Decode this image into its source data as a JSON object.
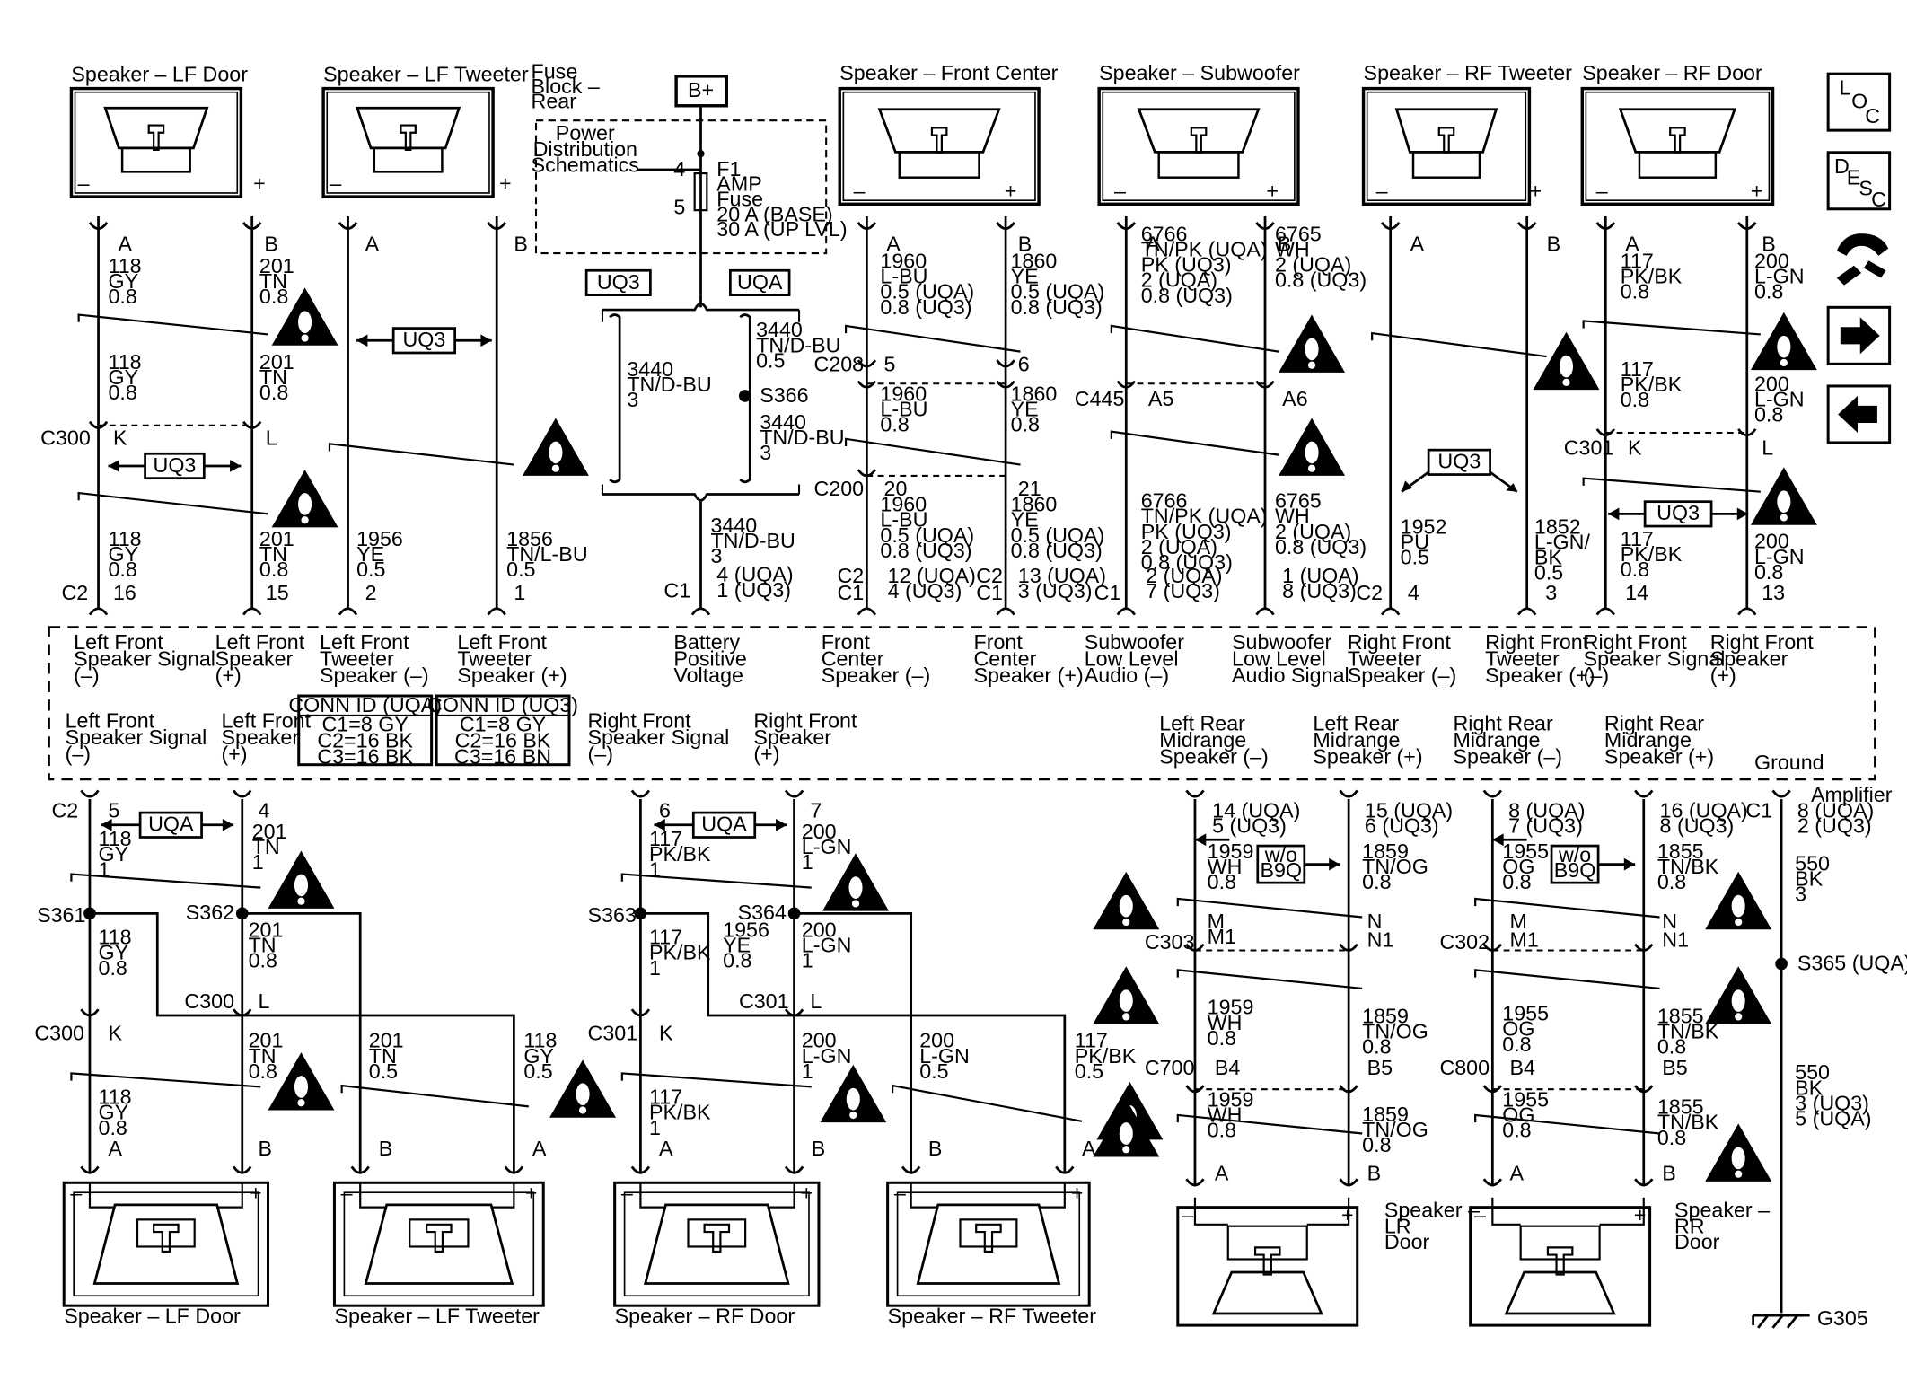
{
  "speakers_top": [
    {
      "id": "lfd",
      "title": "Speaker – LF Door",
      "pins": [
        "A",
        "B"
      ],
      "wiresA": [
        "118",
        "GY",
        "0.8"
      ],
      "wiresB": [
        "201",
        "TN",
        "0.8"
      ]
    },
    {
      "id": "lft",
      "title": "Speaker – LF Tweeter",
      "pins": [
        "A",
        "B"
      ]
    },
    {
      "id": "fc",
      "title": "Speaker – Front Center",
      "pins": [
        "A",
        "B"
      ],
      "wiresA": [
        "1960",
        "L-BU",
        "0.5 (UQA)",
        "0.8 (UQ3)"
      ],
      "wiresB": [
        "1860",
        "YE",
        "0.5 (UQA)",
        "0.8 (UQ3)"
      ]
    },
    {
      "id": "sub",
      "title": "Speaker – Subwoofer",
      "pins": [
        "A",
        "B"
      ],
      "wiresA": [
        "6766",
        "TN/PK (UQA)",
        "PK (UQ3)",
        "2 (UQA)",
        "0.8 (UQ3)"
      ],
      "wiresB": [
        "6765",
        "WH",
        "2 (UQA)",
        "0.8 (UQ3)"
      ]
    },
    {
      "id": "rft",
      "title": "Speaker – RF Tweeter",
      "pins": [
        "A",
        "B"
      ]
    },
    {
      "id": "rfd",
      "title": "Speaker – RF Door",
      "pins": [
        "A",
        "B"
      ],
      "wiresA": [
        "117",
        "PK/BK",
        "0.8"
      ],
      "wiresB": [
        "200",
        "L-GN",
        "0.8"
      ]
    }
  ],
  "fuse": {
    "title": [
      "Fuse",
      "Block –",
      "Rear"
    ],
    "bplus": "B+",
    "pds": [
      "Power",
      "Distribution",
      "Schematics"
    ],
    "pin4": "4",
    "pin5": "5",
    "fuse_text": [
      "F1",
      "AMP",
      "Fuse",
      "20 A (BASE)",
      "30 A (UP LVL)"
    ],
    "uq3": "UQ3",
    "uqa": "UQA",
    "w1": [
      "3440",
      "TN/D-BU",
      "3"
    ],
    "w2": [
      "3440",
      "TN/D-BU",
      "0.5"
    ],
    "s366": "S366",
    "w3": [
      "3440",
      "TN/D-BU",
      "3"
    ],
    "w4": [
      "3440",
      "TN/D-BU",
      "3"
    ],
    "w4pins": [
      "4 (UQA)",
      "1 (UQ3)"
    ],
    "c1": "C1"
  },
  "top_mid": {
    "lf_c300": "C300",
    "lf_k": "K",
    "lf_l": "L",
    "uq3": "UQ3",
    "lf_w2a": [
      "118",
      "GY",
      "0.8"
    ],
    "lf_w2b": [
      "201",
      "TN",
      "0.8"
    ],
    "lf_w3a": [
      "118",
      "GY",
      "0.8"
    ],
    "lf_w3b": [
      "201",
      "TN",
      "0.8"
    ],
    "lft_w": [
      "1956",
      "YE",
      "0.5"
    ],
    "lft_w2": [
      "1856",
      "TN/L-BU",
      "0.5"
    ],
    "c2": "C2",
    "p16": "16",
    "p15": "15",
    "p2": "2",
    "p1": "1",
    "c208": "C208",
    "p5": "5",
    "p6": "6",
    "fc_w2a": [
      "1960",
      "L-BU",
      "0.8"
    ],
    "fc_w2b": [
      "1860",
      "YE",
      "0.8"
    ],
    "c200": "C200",
    "p20": "20",
    "p21": "21",
    "fc_w3a": [
      "1960",
      "L-BU",
      "0.5 (UQA)",
      "0.8 (UQ3)"
    ],
    "fc_w3b": [
      "1860",
      "YE",
      "0.5 (UQA)",
      "0.8 (UQ3)"
    ],
    "fc_pa": [
      "12 (UQA)",
      "4 (UQ3)"
    ],
    "fc_pb": [
      "13 (UQA)",
      "3 (UQ3)"
    ],
    "c1": "C1",
    "c445": "C445",
    "a5": "A5",
    "a6": "A6",
    "sub_w2a": [
      "6766",
      "TN/PK (UQA)",
      "PK (UQ3)",
      "2 (UQA)",
      "0.8 (UQ3)"
    ],
    "sub_w2b": [
      "6765",
      "WH",
      "2 (UQA)",
      "0.8 (UQ3)"
    ],
    "sub_pa": [
      "2 (UQA)",
      "7 (UQ3)"
    ],
    "sub_pb": [
      "1 (UQA)",
      "8 (UQ3)"
    ],
    "rft_wa": [
      "1952",
      "PU",
      "0.5"
    ],
    "rft_wb": [
      "1852",
      "L-GN/",
      "BK",
      "0.5"
    ],
    "p4": "4",
    "p3": "3",
    "rf_c301": "C301",
    "rf_w2a": [
      "117",
      "PK/BK",
      "0.8"
    ],
    "rf_w2b": [
      "200",
      "L-GN",
      "0.8"
    ],
    "rf_w3a": [
      "117",
      "PK/BK",
      "0.8"
    ],
    "rf_w3b": [
      "200",
      "L-GN",
      "0.8"
    ],
    "p14": "14",
    "p13": "13"
  },
  "amp_top_labels": [
    [
      "Left Front",
      "Speaker Signal",
      "(–)"
    ],
    [
      "Left Front",
      "Speaker",
      "(+)"
    ],
    [
      "Left Front",
      "Tweeter",
      "Speaker (–)"
    ],
    [
      "Left Front",
      "Tweeter",
      "Speaker (+)"
    ],
    [
      "Battery",
      "Positive",
      "Voltage"
    ],
    [
      "Front",
      "Center",
      "Speaker (–)"
    ],
    [
      "Front",
      "Center",
      "Speaker (+)"
    ],
    [
      "Subwoofer",
      "Low Level",
      "Audio (–)"
    ],
    [
      "Subwoofer",
      "Low Level",
      "Audio Signal"
    ],
    [
      "Right Front",
      "Tweeter",
      "Speaker (–)"
    ],
    [
      "Right Front",
      "Tweeter",
      "Speaker (+)"
    ],
    [
      "Right Front",
      "Speaker Signal",
      "(–)"
    ],
    [
      "Right Front",
      "Speaker",
      "(+)"
    ]
  ],
  "conn_uqa": {
    "title": "CONN ID (UQA)",
    "rows": [
      "C1=8 GY",
      "C2=16 BK",
      "C3=16 BK"
    ]
  },
  "conn_uq3": {
    "title": "CONN ID (UQ3)",
    "rows": [
      "C1=8 GY",
      "C2=16 BK",
      "C3=16 BN"
    ]
  },
  "amp_bottom_labels": [
    [
      "Left Front",
      "Speaker Signal",
      "(–)"
    ],
    [
      "Left Front",
      "Speaker",
      "(+)"
    ],
    [
      "Right Front",
      "Speaker Signal",
      "(–)"
    ],
    [
      "Right Front",
      "Speaker",
      "(+)"
    ],
    [
      "Left Rear",
      "Midrange",
      "Speaker (–)"
    ],
    [
      "Left Rear",
      "Midrange",
      "Speaker (+)"
    ],
    [
      "Right Rear",
      "Midrange",
      "Speaker (–)"
    ],
    [
      "Right Rear",
      "Midrange",
      "Speaker (+)"
    ],
    [
      "Ground"
    ]
  ],
  "amp_name": "Amplifier",
  "bottom": {
    "c2": "C2",
    "p5": "5",
    "p4": "4",
    "uqa": "UQA",
    "p6": "6",
    "p7": "7",
    "lf_w1a": [
      "118",
      "GY",
      "1"
    ],
    "lf_w1b": [
      "201",
      "TN",
      "1"
    ],
    "s361": "S361",
    "s362": "S362",
    "lf_w2a": [
      "118",
      "GY",
      "0.8"
    ],
    "lf_w2b": [
      "201",
      "TN",
      "0.8"
    ],
    "c300": "C300",
    "k": "K",
    "l": "L",
    "lf_w3b": [
      "201",
      "TN",
      "0.8"
    ],
    "lft_wb": [
      "201",
      "TN",
      "0.5"
    ],
    "lft_wa": [
      "118",
      "GY",
      "0.5"
    ],
    "lf_w4a": [
      "118",
      "GY",
      "0.8"
    ],
    "rf_w1a": [
      "117",
      "PK/BK",
      "1"
    ],
    "rf_w1b": [
      "200",
      "L-GN",
      "1"
    ],
    "s363": "S363",
    "s364": "S364",
    "rf_w2a": [
      "117",
      "PK/BK",
      "1"
    ],
    "rf_w2m": [
      "1956",
      "YE",
      "0.8"
    ],
    "rf_w2b": [
      "200",
      "L-GN",
      "1"
    ],
    "c301": "C301",
    "rf_w3b": [
      "200",
      "L-GN",
      "1"
    ],
    "rft_wb": [
      "200",
      "L-GN",
      "0.5"
    ],
    "rft_wa": [
      "117",
      "PK/BK",
      "0.5"
    ],
    "rf_w4a": [
      "117",
      "PK/BK",
      "1"
    ],
    "pa": "A",
    "pb": "B",
    "lr_pins_a": [
      "14 (UQA)",
      "5 (UQ3)"
    ],
    "lr_pins_b": [
      "15 (UQA)",
      "6 (UQ3)"
    ],
    "rr_pins_a": [
      "8 (UQA)",
      "7 (UQ3)"
    ],
    "rr_pins_b": [
      "16 (UQA)",
      "8 (UQ3)"
    ],
    "wo": [
      "w/o",
      "B9Q"
    ],
    "lr_w1a": [
      "1959",
      "WH",
      "0.8"
    ],
    "lr_w1b": [
      "1859",
      "TN/OG",
      "0.8"
    ],
    "rr_w1a": [
      "1955",
      "OG",
      "0.8"
    ],
    "rr_w1b": [
      "1855",
      "TN/BK",
      "0.8"
    ],
    "c303": "C303",
    "c302": "C302",
    "m": "M",
    "m1": "M1",
    "n": "N",
    "n1": "N1",
    "lr_w2a": [
      "1959",
      "WH",
      "0.8"
    ],
    "lr_w2b": [
      "1859",
      "TN/OG",
      "0.8"
    ],
    "rr_w2a": [
      "1955",
      "OG",
      "0.8"
    ],
    "rr_w2b": [
      "1855",
      "TN/BK",
      "0.8"
    ],
    "c700": "C700",
    "c800": "C800",
    "b4": "B4",
    "b5": "B5",
    "lr_w3a": [
      "1959",
      "WH",
      "0.8"
    ],
    "lr_w3b": [
      "1859",
      "TN/OG",
      "0.8"
    ],
    "rr_w3a": [
      "1955",
      "OG",
      "0.8"
    ],
    "rr_w3b": [
      "1855",
      "TN/BK",
      "0.8"
    ],
    "gnd_c1": "C1",
    "gnd_pins": [
      "8 (UQA)",
      "2 (UQ3)"
    ],
    "gnd_w1": [
      "550",
      "BK",
      "3"
    ],
    "s365": "S365 (UQA)",
    "gnd_w2": [
      "550",
      "BK",
      "3 (UQ3)",
      "5 (UQA)"
    ],
    "g305": "G305"
  },
  "speakers_bottom": [
    {
      "title": "Speaker – LF Door"
    },
    {
      "title": "Speaker – LF Tweeter"
    },
    {
      "title": "Speaker – RF Door"
    },
    {
      "title": "Speaker – RF Tweeter"
    },
    {
      "title": [
        "Speaker –",
        "LR",
        "Door"
      ]
    },
    {
      "title": [
        "Speaker –",
        "RR",
        "Door"
      ]
    }
  ],
  "nav": {
    "loc": [
      "L",
      "O",
      "C"
    ],
    "desc": [
      "D",
      "E",
      "S",
      "C"
    ]
  }
}
